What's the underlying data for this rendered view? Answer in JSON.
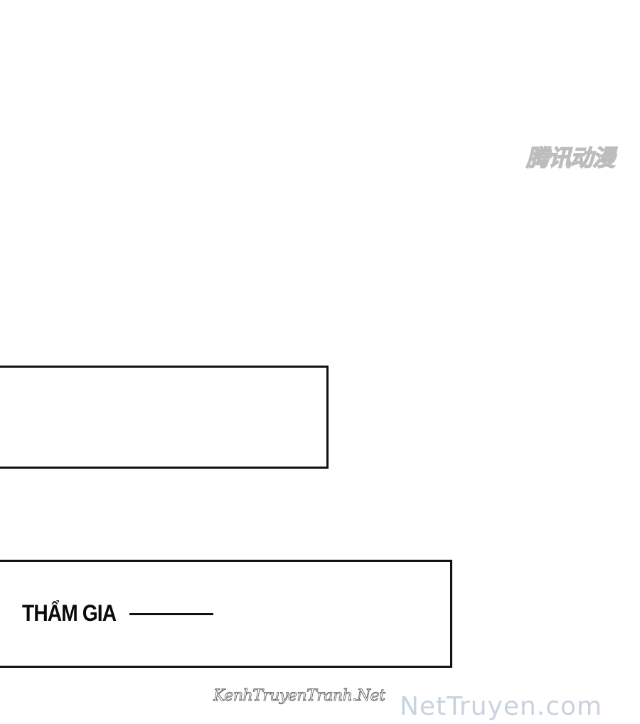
{
  "watermarks": {
    "top_right": "腾讯动漫",
    "site_script": "KenhTruyenTranh.Net",
    "brand": "NetTruyen.com"
  },
  "panels": {
    "first": {},
    "second": {
      "caption": "THẨM GIA"
    }
  },
  "colors": {
    "background": "#ffffff",
    "panel_border": "#111111",
    "caption_text": "#0a0a0a",
    "brand_watermark": "#c7d3df",
    "top_watermark_outline": "#bdbdbd"
  }
}
